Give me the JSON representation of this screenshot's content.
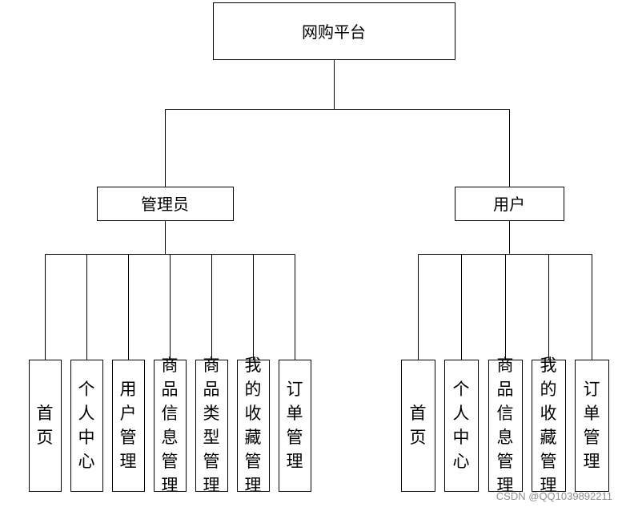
{
  "root": {
    "label": "网购平台"
  },
  "branches": [
    {
      "label": "管理员",
      "children": [
        "首页",
        "个人中心",
        "用户管理",
        "商品信息管理",
        "商品类型管理",
        "我的收藏管理",
        "订单管理"
      ]
    },
    {
      "label": "用户",
      "children": [
        "首页",
        "个人中心",
        "商品信息管理",
        "我的收藏管理",
        "订单管理"
      ]
    }
  ],
  "watermark": "CSDN @QQ1039892211"
}
